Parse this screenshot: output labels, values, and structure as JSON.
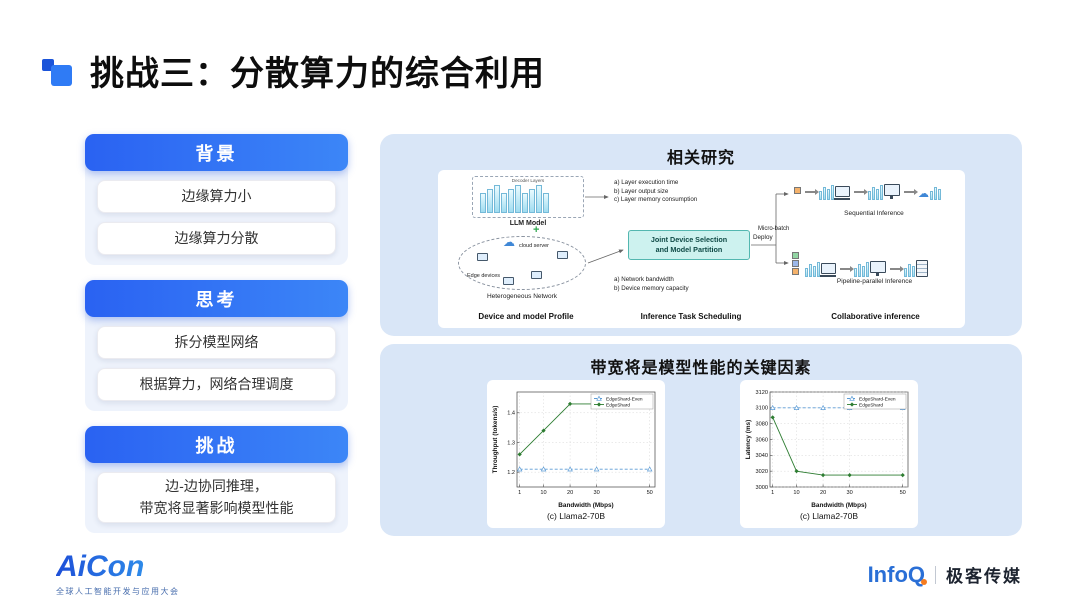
{
  "page": {
    "title": "挑战三：分散算力的综合利用"
  },
  "colors": {
    "accent_blue": "#2f7bf5",
    "panel_blue": "#d9e6f7",
    "teal_box": "#cdf2ef",
    "series_green": "#2e7d32",
    "series_blue": "#5b9bd5"
  },
  "icons": {
    "cloud": "☁",
    "plus": "+"
  },
  "sidebar": {
    "sections": [
      {
        "header": "背景",
        "items": [
          "边缘算力小",
          "边缘算力分散"
        ]
      },
      {
        "header": "思考",
        "items": [
          "拆分模型网络",
          "根据算力，网络合理调度"
        ]
      },
      {
        "header": "挑战",
        "items": [
          "边-边协同推理，\n带宽将显著影响模型性能"
        ]
      }
    ]
  },
  "research": {
    "title": "相关研究",
    "profile": {
      "decoder_layers": "Decoder Layers",
      "llm_model": "LLM Model",
      "cloud_server": "cloud server",
      "edge_devices": "Edge devices",
      "heterogeneous_network": "Heterogeneous Network",
      "caption": "Device and model Profile"
    },
    "scheduling": {
      "notes_model": [
        "a)  Layer execution time",
        "b)  Layer output size",
        "c)  Layer memory consumption"
      ],
      "center_box": "Joint Device Selection\nand Model Partition",
      "notes_network": [
        "a)  Network bandwidth",
        "b)  Device memory capacity"
      ],
      "deploy": "Deploy",
      "caption": "Inference Task Scheduling"
    },
    "inference": {
      "sequential": "Sequential Inference",
      "micro_batch": "Micro-batch",
      "pipeline": "Pipeline-parallel Inference",
      "caption": "Collaborative inference"
    }
  },
  "bandwidth": {
    "title": "带宽将是模型性能的关键因素"
  },
  "chart_data": [
    {
      "type": "line",
      "title": "(c) Llama2-70B",
      "xlabel": "Bandwidth (Mbps)",
      "ylabel": "Throughput (tokens/s)",
      "x": [
        1,
        10,
        20,
        30,
        50
      ],
      "xticks": [
        1,
        10,
        20,
        30,
        50
      ],
      "xlim": [
        0,
        52
      ],
      "ylim": [
        1.15,
        1.47
      ],
      "yticks": [
        1.2,
        1.3,
        1.4
      ],
      "grid": true,
      "legend_position": "top-right",
      "series": [
        {
          "name": "EdgeShard-Even",
          "color": "#5b9bd5",
          "dash": "3,2",
          "marker": "triangle",
          "values": [
            1.21,
            1.21,
            1.21,
            1.21,
            1.21
          ]
        },
        {
          "name": "EdgeShard",
          "color": "#2e7d32",
          "dash": "",
          "marker": "diamond",
          "values": [
            1.26,
            1.34,
            1.43,
            1.43,
            1.43
          ]
        }
      ]
    },
    {
      "type": "line",
      "title": "(c) Llama2-70B",
      "xlabel": "Bandwidth (Mbps)",
      "ylabel": "Latency (ms)",
      "x": [
        1,
        10,
        20,
        30,
        50
      ],
      "xticks": [
        1,
        10,
        20,
        30,
        50
      ],
      "xlim": [
        0,
        52
      ],
      "ylim": [
        3000,
        3120
      ],
      "yticks": [
        3000,
        3020,
        3040,
        3060,
        3080,
        3100,
        3120
      ],
      "grid": true,
      "legend_position": "top-right",
      "series": [
        {
          "name": "EdgeShard-Even",
          "color": "#5b9bd5",
          "dash": "3,2",
          "marker": "triangle",
          "values": [
            3100,
            3100,
            3100,
            3100,
            3100
          ]
        },
        {
          "name": "EdgeShard",
          "color": "#2e7d32",
          "dash": "",
          "marker": "diamond",
          "values": [
            3088,
            3020,
            3015,
            3015,
            3015
          ]
        }
      ]
    }
  ],
  "footer": {
    "aicon_logo": "AiCon",
    "aicon_tagline": "全球人工智能开发与应用大会",
    "infoq_logo": "InfoQ",
    "media_name": "极客传媒"
  }
}
